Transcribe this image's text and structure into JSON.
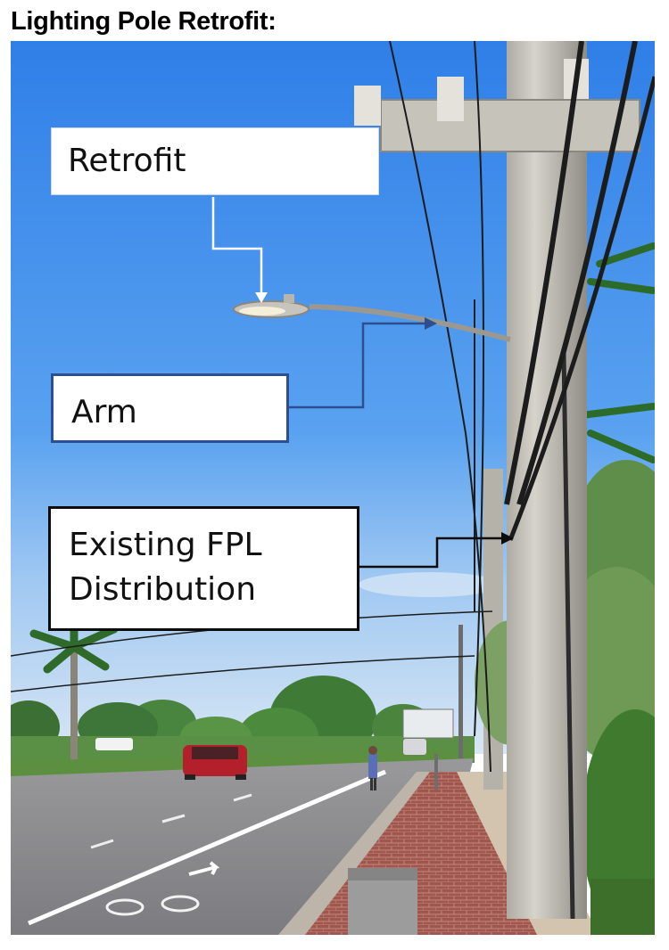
{
  "title": "Lighting Pole Retrofit:",
  "photo": {
    "labels": {
      "retrofit": "Retrofit",
      "arm": "Arm",
      "existing_line1": "Existing FPL",
      "existing_line2": "Distribution"
    }
  },
  "colors": {
    "sky": "#3a86ea",
    "pole": "#c9c6be",
    "arm_callout_border": "#2d4f8f",
    "retrofit_arrow": "#ffffff",
    "arm_arrow": "#2d4f8f",
    "distribution_arrow": "#0c0c0c"
  }
}
